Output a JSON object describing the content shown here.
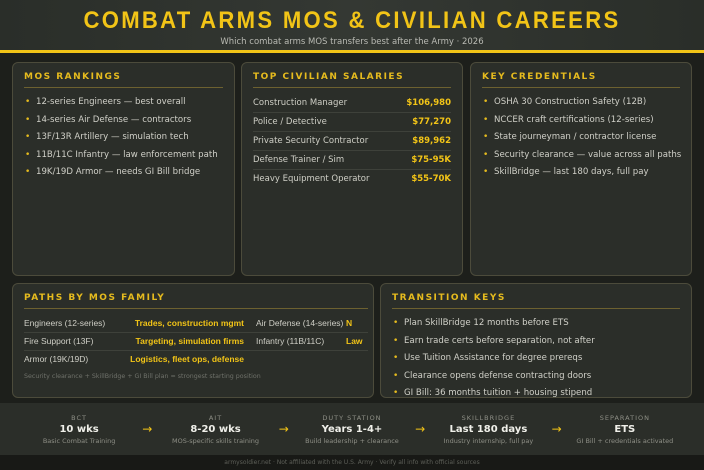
{
  "header": {
    "title": "COMBAT ARMS MOS & CIVILIAN CAREERS",
    "subtitle": "Which combat arms MOS transfers best after the Army · 2026"
  },
  "rankings": {
    "title": "MOS RANKINGS",
    "items": [
      "12-series Engineers — best overall",
      "14-series Air Defense — contractors",
      "13F/13R Artillery — simulation tech",
      "11B/11C Infantry — law enforcement path",
      "19K/19D Armor — needs GI Bill bridge"
    ]
  },
  "salaries": {
    "title": "TOP CIVILIAN SALARIES",
    "rows": [
      {
        "job": "Construction Manager",
        "pay": "$106,980"
      },
      {
        "job": "Police / Detective",
        "pay": "$77,270"
      },
      {
        "job": "Private Security Contractor",
        "pay": "$89,962"
      },
      {
        "job": "Defense Trainer / Sim",
        "pay": "$75-95K"
      },
      {
        "job": "Heavy Equipment Operator",
        "pay": "$55-70K"
      }
    ]
  },
  "credentials": {
    "title": "KEY CREDENTIALS",
    "items": [
      "OSHA 30 Construction Safety (12B)",
      "NCCER craft certifications (12-series)",
      "State journeyman / contractor license",
      "Security clearance — value across all paths",
      "SkillBridge — last 180 days, full pay"
    ]
  },
  "paths": {
    "title": "PATHS BY MOS FAMILY",
    "rows": [
      {
        "k1": "Engineers (12-series)",
        "v1": "Trades, construction mgmt",
        "k2": "Air Defense (14-series)",
        "v2": "N"
      },
      {
        "k1": "Fire Support (13F)",
        "v1": "Targeting, simulation firms",
        "k2": "Infantry (11B/11C)",
        "v2": "Law"
      },
      {
        "k1": "Armor (19K/19D)",
        "v1": "Logistics, fleet ops, defense",
        "k2": "",
        "v2": ""
      }
    ],
    "note": "Security clearance + SkillBridge + GI Bill plan = strongest starting position"
  },
  "transition": {
    "title": "TRANSITION KEYS",
    "items": [
      "Plan SkillBridge 12 months before ETS",
      "Earn trade certs before separation, not after",
      "Use Tuition Assistance for degree prereqs",
      "Clearance opens defense contracting doors",
      "GI Bill: 36 months tuition + housing stipend"
    ]
  },
  "timeline": [
    {
      "label": "BCT",
      "value": "10 wks",
      "desc": "Basic Combat Training"
    },
    {
      "label": "AIT",
      "value": "8-20 wks",
      "desc": "MOS-specific skills training"
    },
    {
      "label": "DUTY STATION",
      "value": "Years 1-4+",
      "desc": "Build leadership + clearance"
    },
    {
      "label": "SKILLBRIDGE",
      "value": "Last 180 days",
      "desc": "Industry internship, full pay"
    },
    {
      "label": "SEPARATION",
      "value": "ETS",
      "desc": "GI Bill + credentials activated"
    }
  ],
  "arrow": "→",
  "footer": "armysoldier.net · Not affiliated with the U.S. Army · Verify all info with official sources",
  "colors": {
    "accent": "#f2c417",
    "background": "#1d1f1b",
    "panel": "#2b2e29"
  }
}
